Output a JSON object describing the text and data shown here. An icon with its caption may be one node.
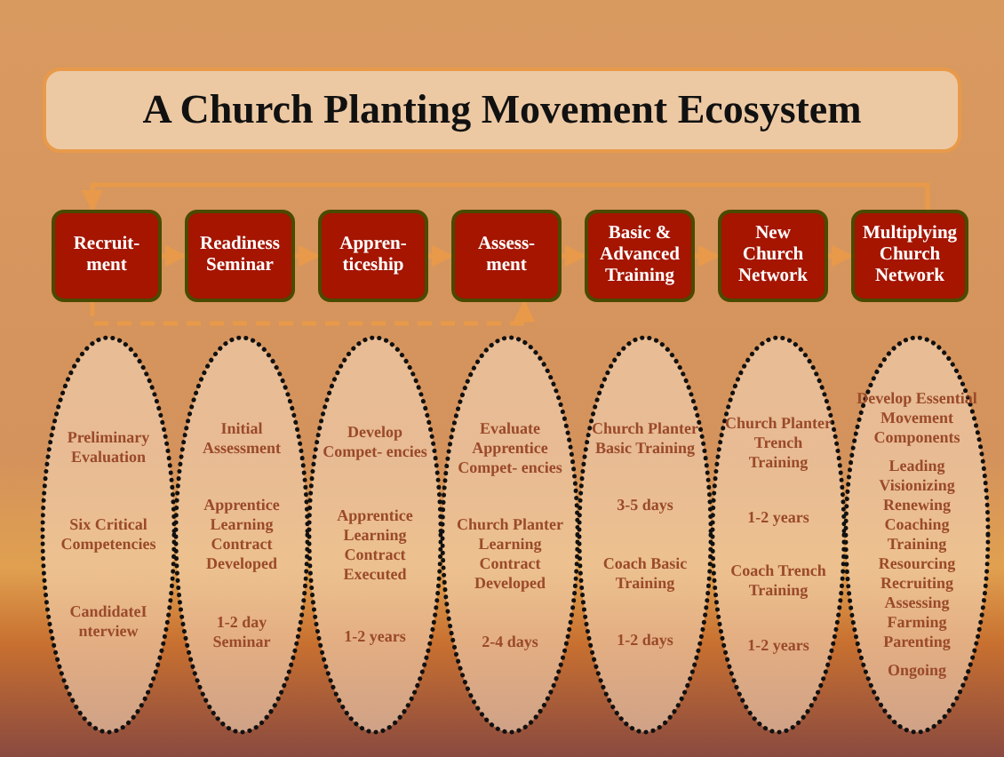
{
  "diagram": {
    "title": "A Church Planting Movement Ecosystem",
    "nodes": [
      {
        "text": [
          "Recruit- ment"
        ]
      },
      {
        "text": [
          "Readiness Seminar"
        ]
      },
      {
        "text": [
          "Appren- ticeship"
        ]
      },
      {
        "text": [
          "Assess- ment"
        ]
      },
      {
        "text": [
          "Basic & Advanced Training"
        ]
      },
      {
        "text": [
          "New Church Network"
        ]
      },
      {
        "text": [
          "Multiplying Church Network"
        ]
      },
      {
        "text": [
          "Preliminary Evaluation",
          "Six Critical Competencies",
          "CandidateI nterview"
        ]
      },
      {
        "text": [
          "Initial Assessment",
          "Apprentice Learning Contract Developed",
          "1-2 day Seminar"
        ]
      },
      {
        "text": [
          "Develop Compet- encies",
          "Apprentice Learning Contract Executed",
          "1-2 years"
        ]
      },
      {
        "text": [
          "Evaluate Apprentice Compet- encies",
          "Church Planter Learning Contract Developed",
          "2-4 days"
        ]
      },
      {
        "text": [
          "Church Planter Basic Training",
          "3-5 days",
          "Coach Basic Training",
          "1-2 days"
        ]
      },
      {
        "text": [
          "Church Planter Trench Training",
          "1-2 years",
          "Coach Trench Training",
          "1-2 years"
        ]
      },
      {
        "text": [
          "Develop Essential Movement Components",
          "Leading Visionizing Renewing Coaching Training Resourcing Recruiting Assessing Farming Parenting",
          "Ongoing"
        ]
      }
    ],
    "edges": [
      {
        "from": 0,
        "to": 1,
        "arrow": "to"
      },
      {
        "from": 1,
        "to": 2,
        "arrow": "to"
      },
      {
        "from": 2,
        "to": 3,
        "arrow": "to"
      },
      {
        "from": 3,
        "to": 4,
        "arrow": "to"
      },
      {
        "from": 4,
        "to": 5,
        "arrow": "to"
      },
      {
        "from": 5,
        "to": 6,
        "arrow": "to"
      },
      {
        "from": 6,
        "to": 0,
        "arrow": "to"
      },
      {
        "from": 0,
        "to": 3,
        "arrow": "to",
        "style": "dashed"
      }
    ]
  }
}
